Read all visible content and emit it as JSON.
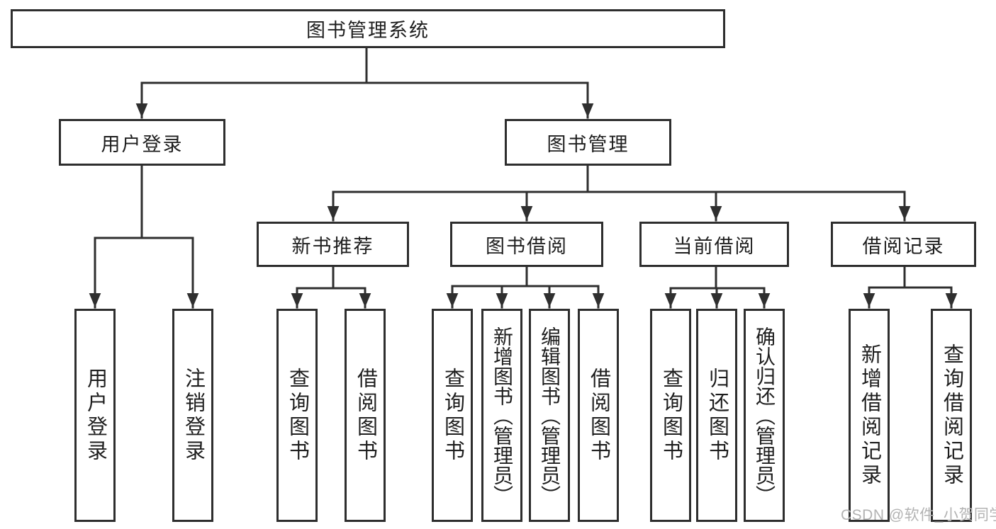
{
  "root": {
    "label": "图书管理系统"
  },
  "branches": [
    {
      "label": "用户登录"
    },
    {
      "label": "图书管理"
    }
  ],
  "modules": [
    {
      "parent": "图书管理",
      "label": "新书推荐"
    },
    {
      "parent": "图书管理",
      "label": "图书借阅"
    },
    {
      "parent": "图书管理",
      "label": "当前借阅"
    },
    {
      "parent": "图书管理",
      "label": "借阅记录"
    }
  ],
  "functions": [
    {
      "parent": "用户登录",
      "label": "用户登录"
    },
    {
      "parent": "用户登录",
      "label": "注销登录"
    },
    {
      "parent": "新书推荐",
      "label": "查询图书"
    },
    {
      "parent": "新书推荐",
      "label": "借阅图书"
    },
    {
      "parent": "图书借阅",
      "label": "查询图书"
    },
    {
      "parent": "图书借阅",
      "label": "新增图书（管理员）"
    },
    {
      "parent": "图书借阅",
      "label": "编辑图书（管理员）"
    },
    {
      "parent": "图书借阅",
      "label": "借阅图书"
    },
    {
      "parent": "当前借阅",
      "label": "查询图书"
    },
    {
      "parent": "当前借阅",
      "label": "归还图书"
    },
    {
      "parent": "当前借阅",
      "label": "确认归还（管理员）"
    },
    {
      "parent": "借阅记录",
      "label": "新增借阅记录"
    },
    {
      "parent": "借阅记录",
      "label": "查询借阅记录"
    }
  ],
  "watermark": {
    "text": "CSDN @软件_小贺同学"
  },
  "colors": {
    "line": "#2f2f2f",
    "box_border": "#2e2e2e",
    "text": "#1e1e1e",
    "background": "#ffffff",
    "watermark": "#b3b3b3"
  }
}
